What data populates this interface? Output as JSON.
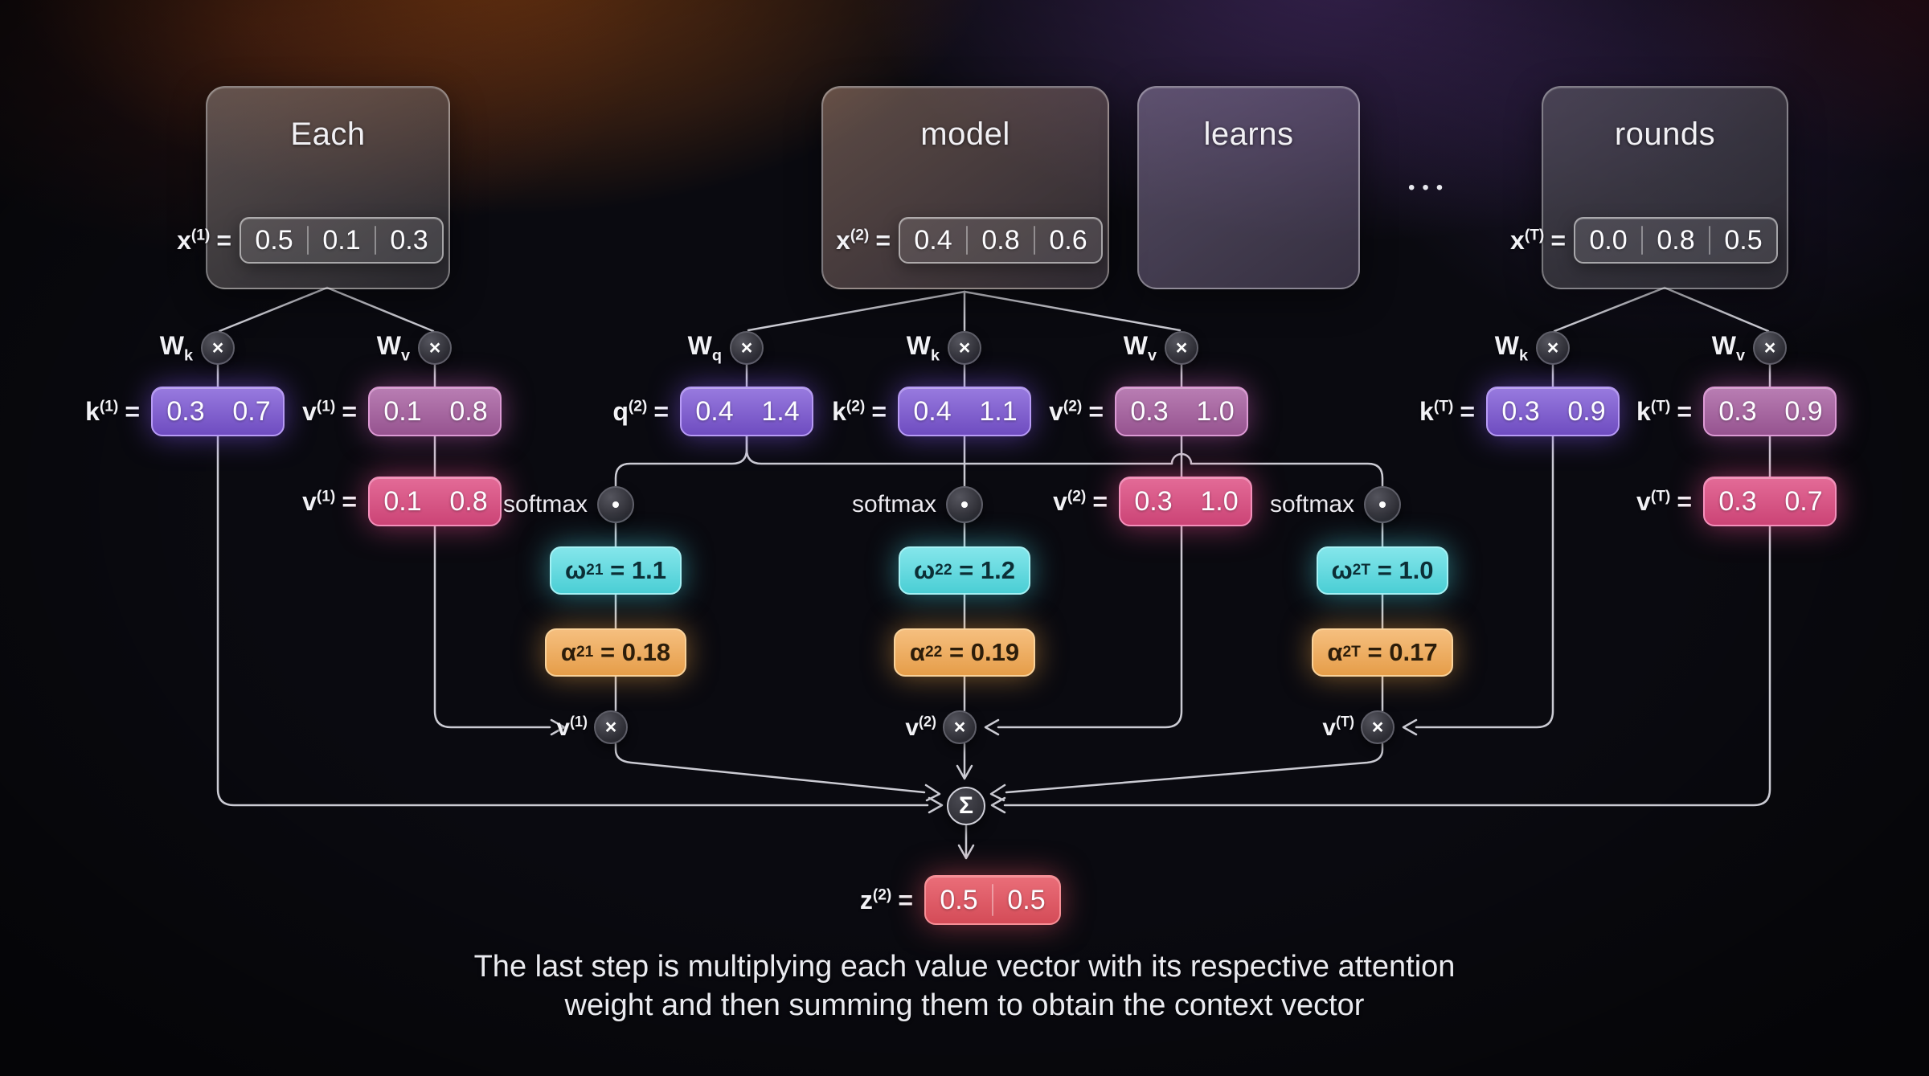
{
  "tokens": [
    {
      "word": "Each"
    },
    {
      "word": "model"
    },
    {
      "word": "learns"
    },
    {
      "word": "rounds"
    }
  ],
  "x_vectors": [
    {
      "base": "x",
      "sup": "(1)",
      "cells": [
        "0.5",
        "0.1",
        "0.3"
      ]
    },
    {
      "base": "x",
      "sup": "(2)",
      "cells": [
        "0.4",
        "0.8",
        "0.6"
      ]
    },
    {
      "base": "x",
      "sup": "(T)",
      "cells": [
        "0.0",
        "0.8",
        "0.5"
      ]
    }
  ],
  "weights": [
    {
      "base": "W",
      "sub": "k"
    },
    {
      "base": "W",
      "sub": "v"
    },
    {
      "base": "W",
      "sub": "q"
    },
    {
      "base": "W",
      "sub": "k"
    },
    {
      "base": "W",
      "sub": "v"
    },
    {
      "base": "W",
      "sub": "k"
    },
    {
      "base": "W",
      "sub": "v"
    }
  ],
  "row1": [
    {
      "base": "k",
      "sup": "(1)",
      "cells": [
        "0.3",
        "0.7"
      ]
    },
    {
      "base": "v",
      "sup": "(1)",
      "cells": [
        "0.1",
        "0.8"
      ]
    },
    {
      "base": "q",
      "sup": "(2)",
      "cells": [
        "0.4",
        "1.4"
      ]
    },
    {
      "base": "k",
      "sup": "(2)",
      "cells": [
        "0.4",
        "1.1"
      ]
    },
    {
      "base": "v",
      "sup": "(2)",
      "cells": [
        "0.3",
        "1.0"
      ]
    },
    {
      "base": "k",
      "sup": "(T)",
      "cells": [
        "0.3",
        "0.9"
      ]
    },
    {
      "base": "k",
      "sup": "(T)",
      "cells": [
        "0.3",
        "0.9"
      ]
    }
  ],
  "row2": [
    {
      "base": "v",
      "sup": "(1)",
      "cells": [
        "0.1",
        "0.8"
      ]
    },
    {
      "base": "v",
      "sup": "(2)",
      "cells": [
        "0.3",
        "1.0"
      ]
    },
    {
      "base": "v",
      "sup": "(T)",
      "cells": [
        "0.3",
        "0.7"
      ]
    }
  ],
  "softmax_label": "softmax",
  "omega": [
    {
      "base": "ω",
      "sub": "21",
      "value": "1.1"
    },
    {
      "base": "ω",
      "sub": "22",
      "value": "1.2"
    },
    {
      "base": "ω",
      "sub": "2T",
      "value": "1.0"
    }
  ],
  "alpha": [
    {
      "base": "α",
      "sub": "21",
      "value": "0.18"
    },
    {
      "base": "α",
      "sub": "22",
      "value": "0.19"
    },
    {
      "base": "α",
      "sub": "2T",
      "value": "0.17"
    }
  ],
  "vmult": [
    {
      "base": "v",
      "sup": "(1)"
    },
    {
      "base": "v",
      "sup": "(2)"
    },
    {
      "base": "v",
      "sup": "(T)"
    }
  ],
  "output": {
    "base": "z",
    "sup": "(2)",
    "cells": [
      "0.5",
      "0.5"
    ]
  },
  "caption": {
    "line1": "The last step is multiplying each value vector with its respective attention",
    "line2": "weight and then summing them to obtain the context vector"
  },
  "ui": {
    "eq": "=",
    "times": "×",
    "sum": "Σ",
    "ellipsis": "•••"
  },
  "colors": {
    "purple": "#7b55d6",
    "magenta": "#a75da0",
    "pink": "#dd4a80",
    "red": "#e6525f",
    "cyan": "#4fdbe2",
    "orange": "#f2a64d",
    "line": "#d6d6de"
  }
}
